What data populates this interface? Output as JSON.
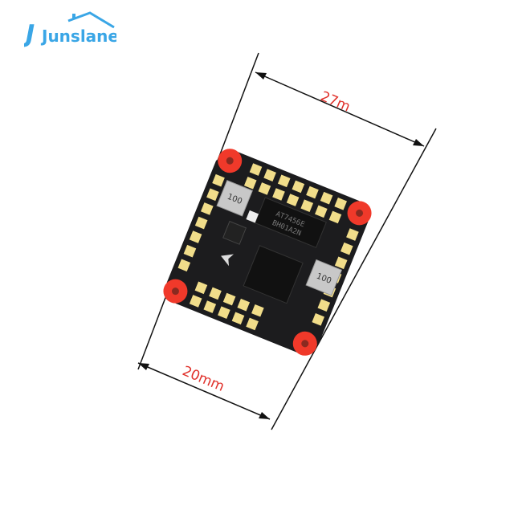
{
  "logo": {
    "text": "Junslane",
    "color": "#3aa6e6"
  },
  "dimensions": {
    "top_label": "27m",
    "bottom_label": "20mm",
    "label_color": "#e0302a"
  },
  "board": {
    "chip_marking_line1": "AT7456E",
    "chip_marking_line2": "BH01A2N",
    "inductor_marking": "100",
    "pcb_color": "#1c1c1e",
    "pad_color": "#f1dd8a",
    "grommet_color": "#f0392a"
  }
}
